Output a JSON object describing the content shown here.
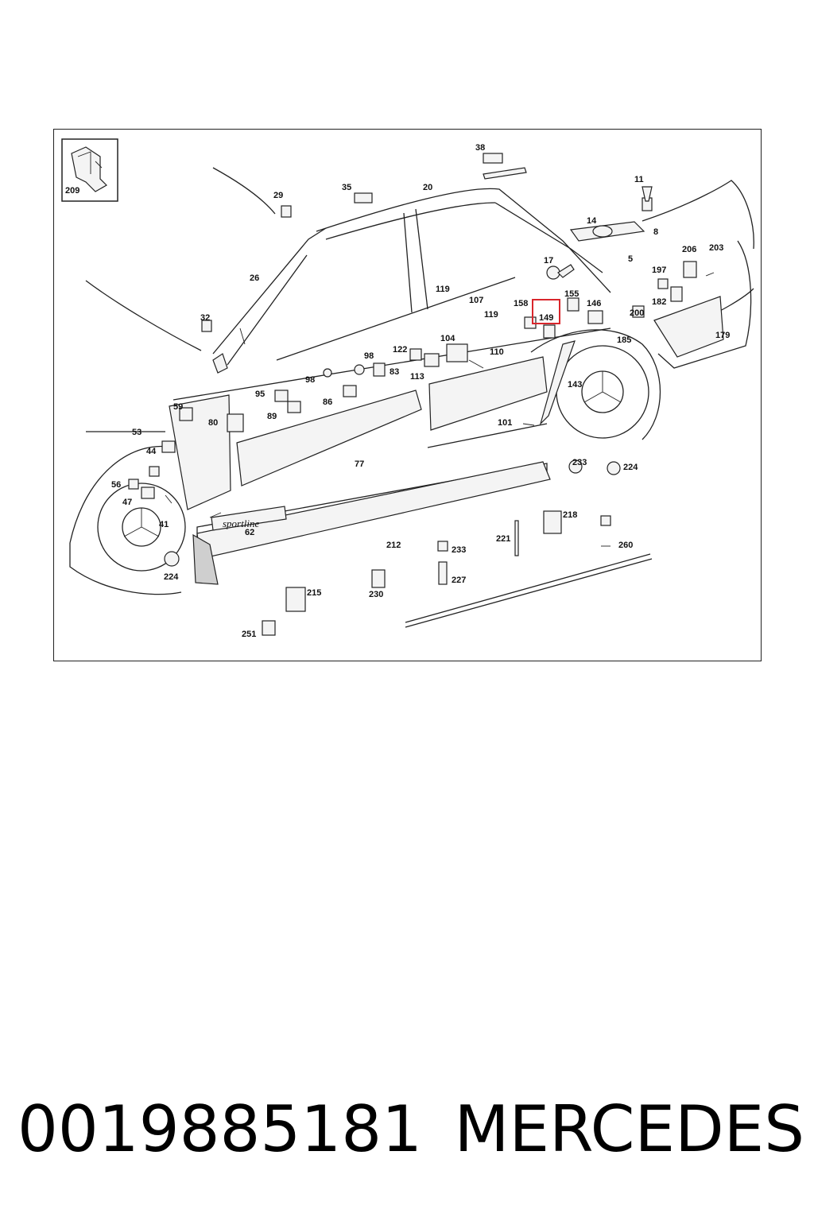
{
  "diagram": {
    "inset_label": "209",
    "highlight_color": "#d9262c",
    "highlighted_part": "149",
    "badge_text": "sportline",
    "callouts": [
      "38",
      "11",
      "20",
      "35",
      "29",
      "14",
      "8",
      "5",
      "17",
      "26",
      "206",
      "203",
      "197",
      "119",
      "107",
      "155",
      "158",
      "149",
      "146",
      "200",
      "182",
      "32",
      "119b",
      "110",
      "185",
      "179",
      "104",
      "122",
      "98",
      "83",
      "113",
      "143",
      "98b",
      "86",
      "95",
      "89",
      "59",
      "80",
      "101",
      "53",
      "44",
      "77",
      "233",
      "224",
      "56",
      "47",
      "41",
      "62",
      "218",
      "212",
      "221",
      "260",
      "233b",
      "224b",
      "227",
      "215",
      "230",
      "251"
    ],
    "labels": {
      "38": "38",
      "11": "11",
      "20": "20",
      "35": "35",
      "29": "29",
      "14": "14",
      "8": "8",
      "5": "5",
      "17": "17",
      "26": "26",
      "206": "206",
      "203": "203",
      "197": "197",
      "119": "119",
      "107": "107",
      "155": "155",
      "158": "158",
      "149": "149",
      "146": "146",
      "200": "200",
      "182": "182",
      "32": "32",
      "119b": "119",
      "110": "110",
      "185": "185",
      "179": "179",
      "104": "104",
      "122": "122",
      "98": "98",
      "83": "83",
      "113": "113",
      "143": "143",
      "98b": "98",
      "86": "86",
      "95": "95",
      "89": "89",
      "59": "59",
      "80": "80",
      "101": "101",
      "53": "53",
      "44": "44",
      "77": "77",
      "233": "233",
      "224": "224",
      "56": "56",
      "47": "47",
      "41": "41",
      "62": "62",
      "218": "218",
      "212": "212",
      "221": "221",
      "260": "260",
      "233b": "233",
      "224b": "224",
      "227": "227",
      "215": "215",
      "230": "230",
      "251": "251"
    }
  },
  "footer": {
    "part_number": "0019885181",
    "brand": "MERCEDES"
  }
}
